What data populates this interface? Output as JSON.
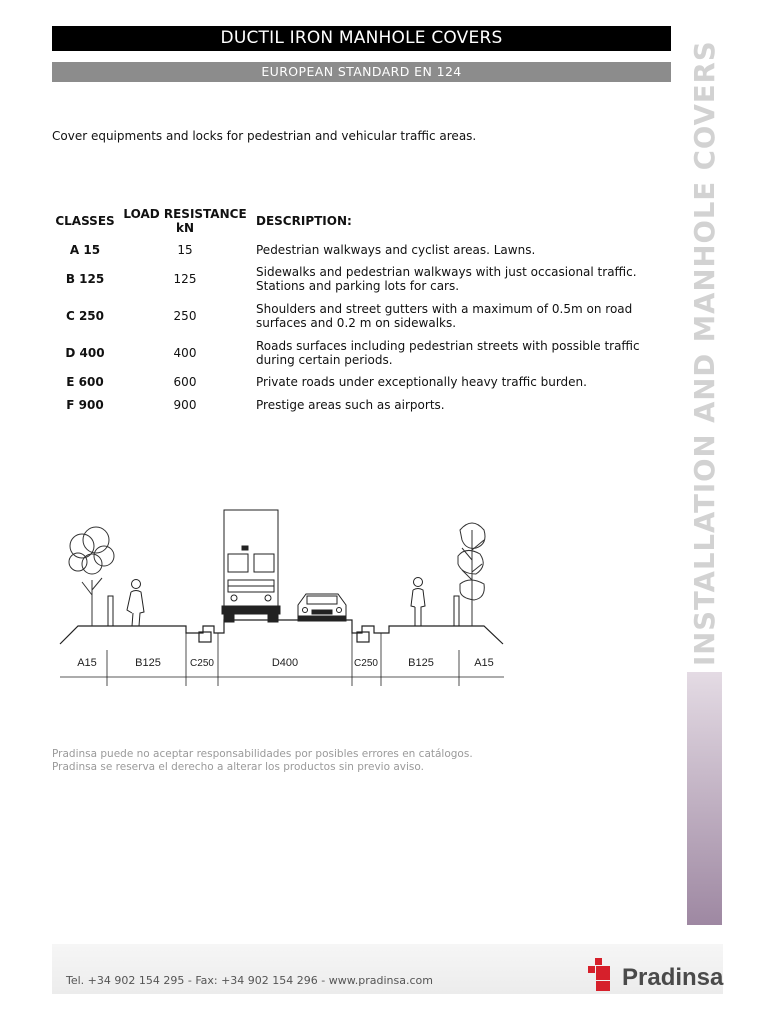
{
  "header": {
    "title": "DUCTIL IRON MANHOLE COVERS",
    "subtitle": "EUROPEAN STANDARD EN 124"
  },
  "intro": "Cover equipments and locks for pedestrian and vehicular traffic areas.",
  "table": {
    "headers": {
      "classes": "CLASSES",
      "load_line1": "LOAD RESISTANCE",
      "load_line2": "kN",
      "description": "DESCRIPTION:"
    },
    "rows": [
      {
        "class": "A 15",
        "load": "15",
        "description": "Pedestrian walkways and cyclist areas. Lawns."
      },
      {
        "class": "B 125",
        "load": "125",
        "description": "Sidewalks and pedestrian walkways with just occasional traffic. Stations and parking lots for cars."
      },
      {
        "class": "C 250",
        "load": "250",
        "description": "Shoulders and street gutters with a maximum of 0.5m on road surfaces and 0.2 m on sidewalks."
      },
      {
        "class": "D 400",
        "load": "400",
        "description": "Roads surfaces including pedestrian streets with possible traffic during certain periods."
      },
      {
        "class": "E 600",
        "load": "600",
        "description": "Private roads under exceptionally heavy traffic burden."
      },
      {
        "class": "F 900",
        "load": "900",
        "description": "Prestige areas such as airports."
      }
    ]
  },
  "diagram": {
    "zones": [
      "A15",
      "B125",
      "C250",
      "D400",
      "C250",
      "B125",
      "A15"
    ]
  },
  "side_label": "INSTALLATION AND MANHOLE COVERS",
  "disclaimer": {
    "line1": "Pradinsa puede no aceptar responsabilidades por posibles errores en catálogos.",
    "line2": "Pradinsa se reserva el derecho a alterar los productos sin previo aviso."
  },
  "footer": {
    "contact": "Tel. +34 902 154 295 - Fax: +34 902 154 296 - www.pradinsa.com",
    "brand": "Pradinsa"
  },
  "colors": {
    "title_bar": "#000000",
    "subtitle_bar": "#8c8c8c",
    "brand_red": "#d6202b",
    "side_band_top": "#e4dbe4",
    "side_band_bottom": "#9e88a2"
  }
}
